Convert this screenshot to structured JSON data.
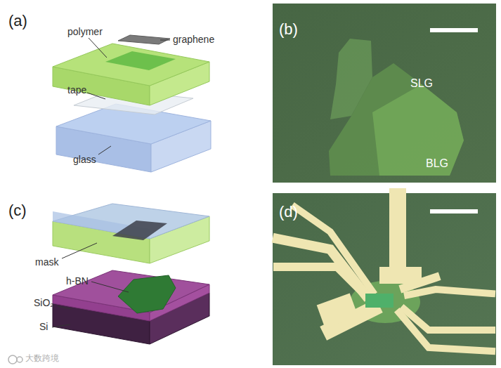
{
  "diagram": {
    "labels": [
      "(a)",
      "polymer",
      "graphene",
      "tape",
      "glass",
      "(b)",
      "SLG",
      "BLG",
      "(c)",
      "mask",
      "h-BN",
      "SiO₂",
      "Si",
      "(d)",
      "大数跨境"
    ]
  }
}
